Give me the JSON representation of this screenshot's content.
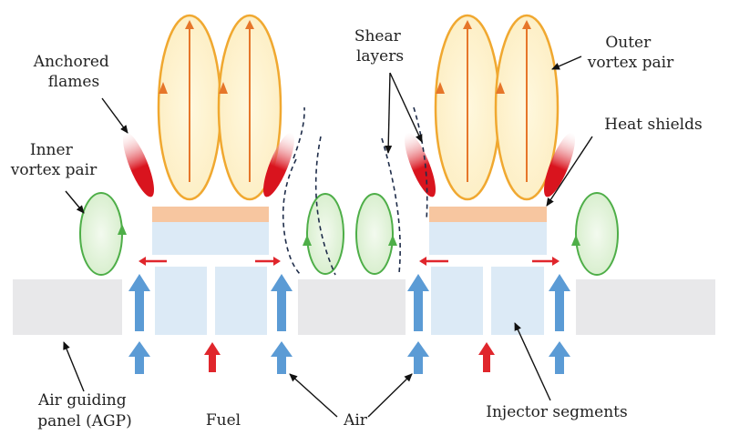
{
  "labels": {
    "anchored_flames": [
      "Anchored",
      "flames"
    ],
    "inner_vortex_pair": [
      "Inner",
      "vortex pair"
    ],
    "shear_layers": [
      "Shear",
      "layers"
    ],
    "outer_vortex_pair": [
      "Outer",
      "vortex pair"
    ],
    "heat_shields": "Heat shields",
    "agp": [
      "Air guiding",
      "panel (AGP)"
    ],
    "fuel": "Fuel",
    "air": "Air",
    "injector_segments": "Injector segments"
  },
  "colors": {
    "panel": "#e8e8ea",
    "injector": "#dceaf6",
    "heat_shield": "#f7c6a0",
    "air_arrow": "#5b9bd5",
    "fuel_arrow": "#e0262c",
    "outer_vortex_fill": "#fdefc6",
    "outer_vortex_stroke": "#f0a830",
    "outer_vortex_arrow": "#e6762a",
    "inner_vortex_fill": "#d9efcf",
    "inner_vortex_stroke": "#4eae48",
    "flame": "#d9141e",
    "leader": "#111111",
    "shear_layer": "#1f2d4a"
  }
}
